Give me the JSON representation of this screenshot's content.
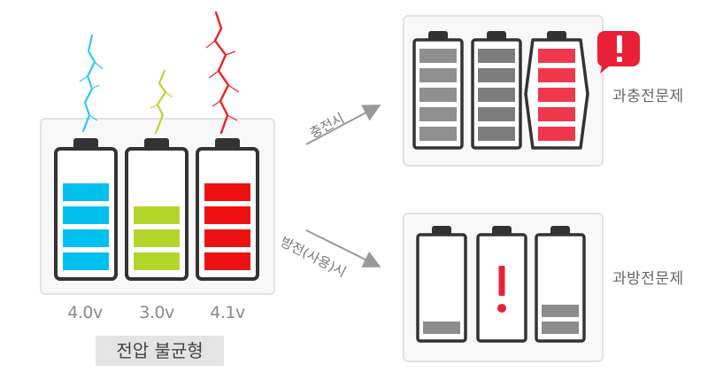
{
  "left_group": {
    "caption": "전압 불균형",
    "cells": [
      {
        "voltage": "4.0v",
        "level": 4,
        "color": "#00c0ee",
        "spark": "#33c6f2"
      },
      {
        "voltage": "3.0v",
        "level": 3,
        "color": "#b4d62a",
        "spark": "#b9d43a"
      },
      {
        "voltage": "4.1v",
        "level": 4,
        "color": "#ee1111",
        "spark": "#ee2222"
      }
    ]
  },
  "charge": {
    "arrow_label": "충전시",
    "result_label": "과충전문제",
    "cells": [
      {
        "level": 5,
        "color": "#8f8f8f"
      },
      {
        "level": 5,
        "color": "#7d7d7d"
      },
      {
        "level": 5,
        "color": "#f0384c",
        "swollen": true
      }
    ],
    "alert_color": "#ea2036"
  },
  "discharge": {
    "arrow_label": "방전(사용)시",
    "result_label": "과방전문제",
    "cells": [
      {
        "level": 1,
        "color": "#8c8c8c"
      },
      {
        "level": 0,
        "color": "#8c8c8c",
        "alert": true
      },
      {
        "level": 2,
        "color": "#8c8c8c"
      }
    ],
    "alert_color": "#ea2036"
  }
}
